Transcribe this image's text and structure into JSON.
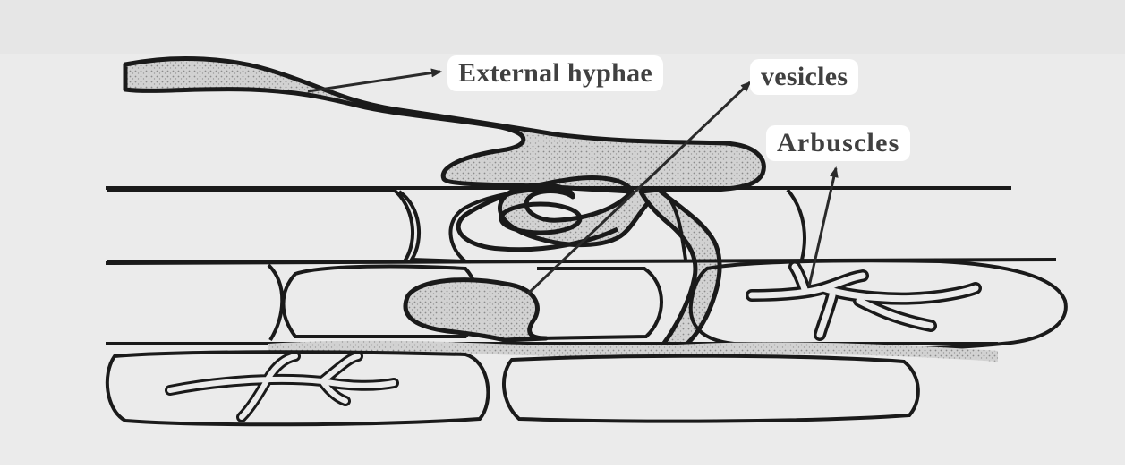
{
  "diagram": {
    "labels": {
      "external_hyphae": "External hyphae",
      "vesicles": "vesicles",
      "arbuscles": "Arbuscles"
    }
  }
}
